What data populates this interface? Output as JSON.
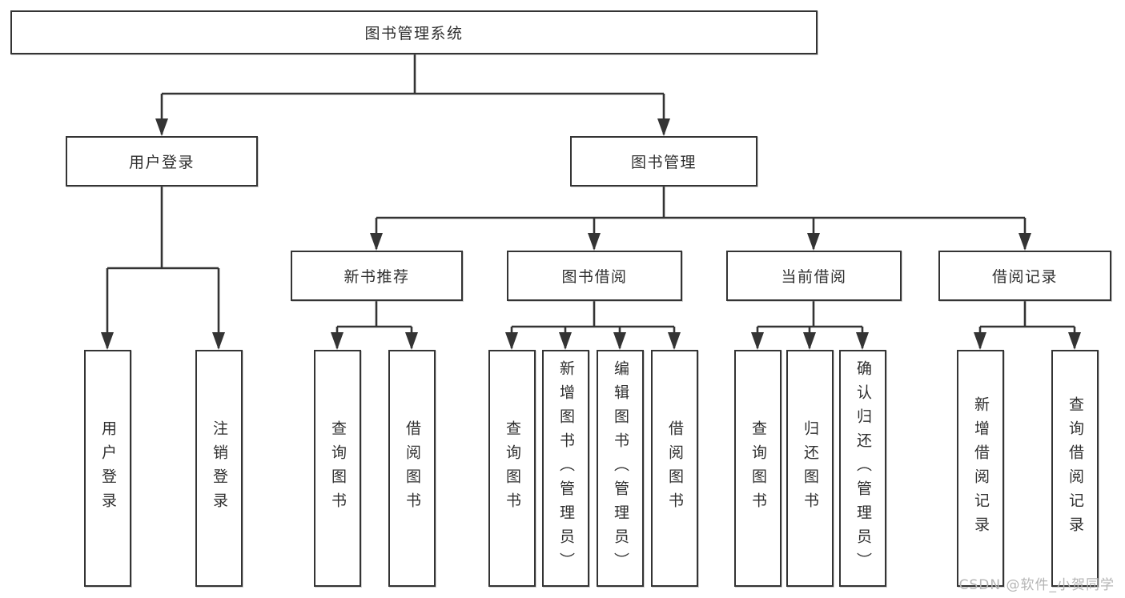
{
  "tree": {
    "root": {
      "label": "图书管理系统"
    },
    "branches": [
      {
        "label": "用户登录",
        "children": [
          {
            "label": "用户登录"
          },
          {
            "label": "注销登录"
          }
        ]
      },
      {
        "label": "图书管理",
        "children": [
          {
            "label": "新书推荐",
            "children": [
              {
                "label": "查询图书"
              },
              {
                "label": "借阅图书"
              }
            ]
          },
          {
            "label": "图书借阅",
            "children": [
              {
                "label": "查询图书"
              },
              {
                "label": "新增图书（管理员）"
              },
              {
                "label": "编辑图书（管理员）"
              },
              {
                "label": "借阅图书"
              }
            ]
          },
          {
            "label": "当前借阅",
            "children": [
              {
                "label": "查询图书"
              },
              {
                "label": "归还图书"
              },
              {
                "label": "确认归还（管理员）"
              }
            ]
          },
          {
            "label": "借阅记录",
            "children": [
              {
                "label": "新增借阅记录"
              },
              {
                "label": "查询借阅记录"
              }
            ]
          }
        ]
      }
    ]
  },
  "watermark": {
    "text": "CSDN @软件_小贺同学"
  },
  "colors": {
    "line": "#343434",
    "text": "#2f2f2f",
    "box_fill": "#ffffff",
    "watermark": "#b5b5b5",
    "background": "#ffffff"
  }
}
